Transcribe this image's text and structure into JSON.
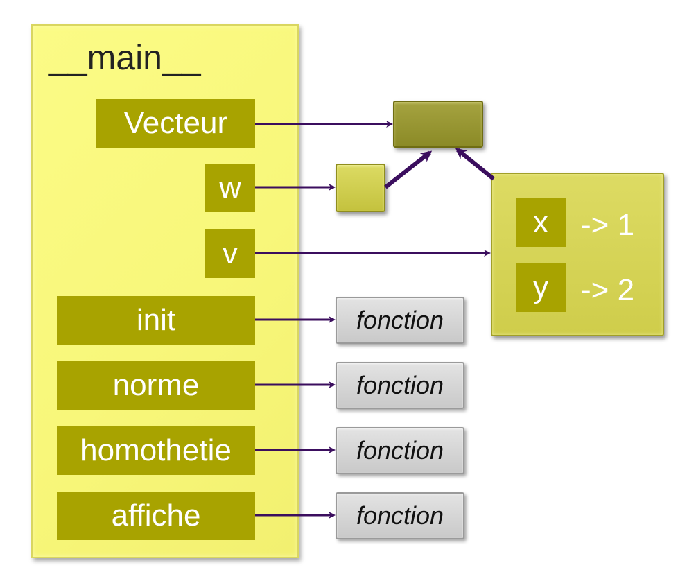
{
  "namespace": {
    "title": "__main__",
    "entries": [
      {
        "name": "Vecteur"
      },
      {
        "name": "w"
      },
      {
        "name": "v"
      },
      {
        "name": "init"
      },
      {
        "name": "norme"
      },
      {
        "name": "homothetie"
      },
      {
        "name": "affiche"
      }
    ]
  },
  "functions": [
    {
      "label": "fonction"
    },
    {
      "label": "fonction"
    },
    {
      "label": "fonction"
    },
    {
      "label": "fonction"
    }
  ],
  "object": {
    "attributes": [
      {
        "key": "x",
        "value": "-> 1"
      },
      {
        "key": "y",
        "value": "-> 2"
      }
    ]
  },
  "colors": {
    "frame": "#f8f77a",
    "label": "#a8a300",
    "arrow": "#3b0e5e",
    "function_box": "#d4d4d4"
  }
}
